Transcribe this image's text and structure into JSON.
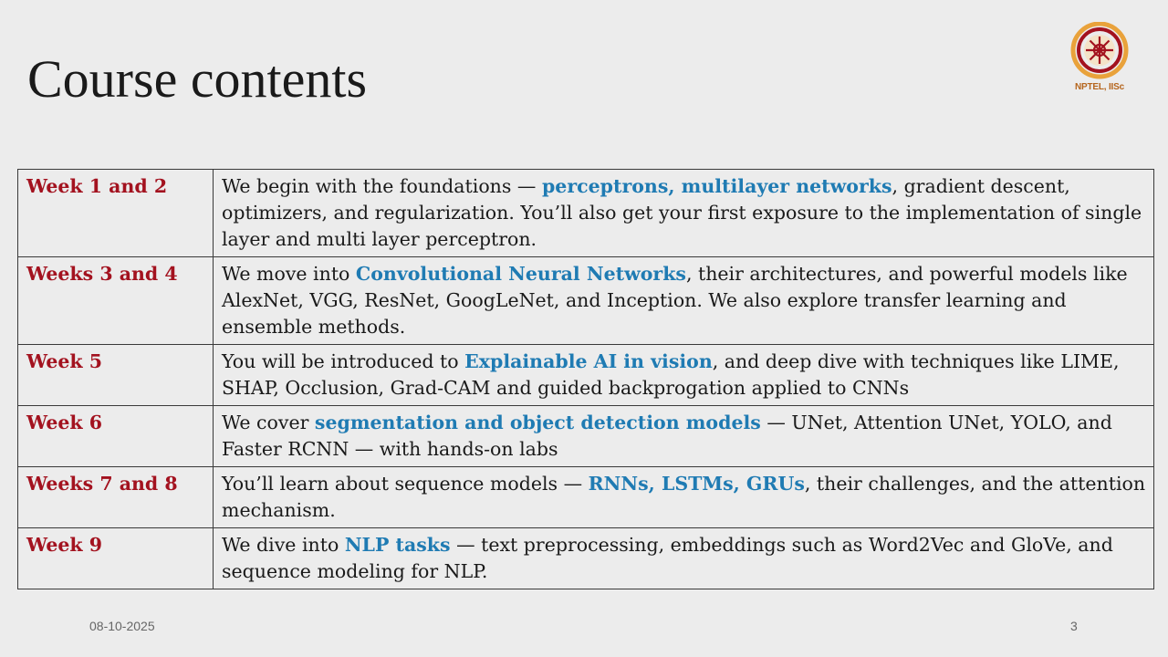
{
  "slide": {
    "title": "Course contents",
    "date": "08-10-2025",
    "page_number": "3"
  },
  "logo": {
    "caption": "NPTEL, IISc",
    "icon": "nptel-logo-icon",
    "color": "#b5651d"
  },
  "colors": {
    "week_label": "#a3121f",
    "highlight": "#1f7bb3"
  },
  "rows": [
    {
      "week": "Week 1 and 2",
      "pre": "We begin with the foundations — ",
      "highlight": "perceptrons, multilayer networks",
      "post": ", gradient descent, optimizers, and regularization. You’ll also get your first exposure to the implementation of single layer and multi layer perceptron."
    },
    {
      "week": "Weeks 3 and 4",
      "pre": "We move into ",
      "highlight": "Convolutional Neural Networks",
      "post": ", their architectures, and powerful models like AlexNet, VGG, ResNet, GoogLeNet, and Inception. We also explore transfer learning and ensemble methods."
    },
    {
      "week": "Week 5",
      "pre": "You will be introduced to ",
      "highlight": "Explainable AI in vision",
      "post": ", and deep dive with techniques like LIME, SHAP, Occlusion, Grad-CAM and guided backprogation applied to CNNs"
    },
    {
      "week": "Week 6",
      "pre": "We cover ",
      "highlight": "segmentation and object detection models",
      "post": " — UNet, Attention UNet, YOLO, and Faster RCNN — with hands-on labs"
    },
    {
      "week": "Weeks 7 and 8",
      "pre": "You’ll learn about sequence models — ",
      "highlight": "RNNs, LSTMs, GRUs",
      "post": ", their challenges, and the attention mechanism."
    },
    {
      "week": "Week 9",
      "pre": "We dive into ",
      "highlight": "NLP tasks",
      "post": " — text preprocessing, embeddings such as Word2Vec and GloVe, and sequence modeling for NLP."
    }
  ]
}
